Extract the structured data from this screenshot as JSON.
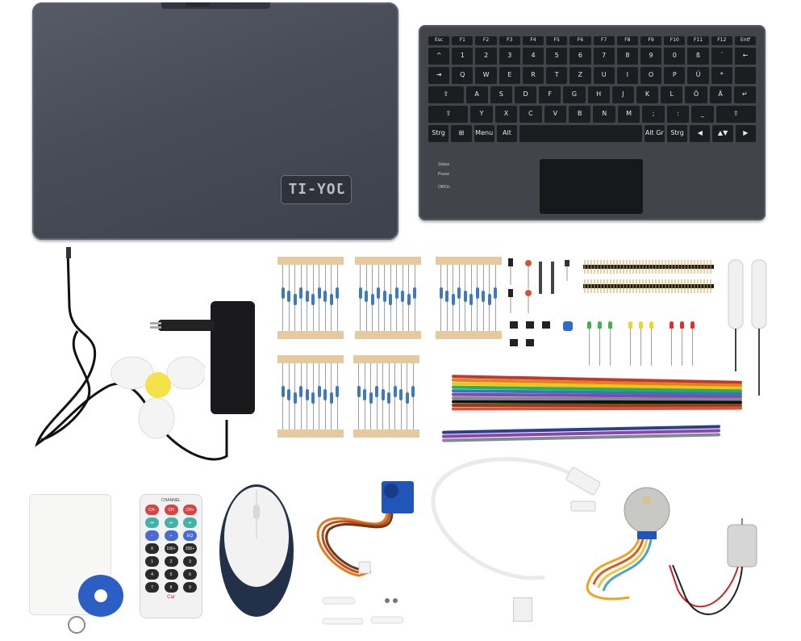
{
  "image": {
    "width": 993,
    "height": 794
  },
  "laptop": {
    "logo_text": "JOY-IT"
  },
  "keyboard": {
    "function_row": [
      "Esc",
      "F1",
      "F2",
      "F3",
      "F4",
      "F5",
      "F6",
      "F7",
      "F8",
      "F9",
      "F10",
      "F11",
      "F12",
      "Entf"
    ],
    "row1": [
      "^",
      "1",
      "2",
      "3",
      "4",
      "5",
      "6",
      "7",
      "8",
      "9",
      "0",
      "ß",
      "´",
      "←"
    ],
    "row2": [
      "⇥",
      "Q",
      "W",
      "E",
      "R",
      "T",
      "Z",
      "U",
      "I",
      "O",
      "P",
      "Ü",
      "*",
      ""
    ],
    "row3": [
      "⇪",
      "A",
      "S",
      "D",
      "F",
      "G",
      "H",
      "J",
      "K",
      "L",
      "Ö",
      "Ä",
      "↵"
    ],
    "row4": [
      "⇧",
      "Y",
      "X",
      "C",
      "V",
      "B",
      "N",
      "M",
      ";",
      ":",
      "_",
      "⇧"
    ],
    "row5": [
      "Strg",
      "⊞",
      "Menu",
      "Alt",
      "",
      "Alt Gr",
      "Strg",
      "◀",
      "▲▼",
      "▶"
    ],
    "indicators": [
      "Status",
      "Power",
      "Off/On"
    ]
  },
  "remote": {
    "header": "CHANNEL",
    "buttons": [
      [
        "CH-",
        "CH",
        "CH+"
      ],
      [
        "⏮",
        "⏭",
        "⏯"
      ],
      [
        "−",
        "+",
        "EQ"
      ],
      [
        "0",
        "100+",
        "200+"
      ],
      [
        "1",
        "2",
        "3"
      ],
      [
        "4",
        "5",
        "6"
      ],
      [
        "7",
        "8",
        "9"
      ]
    ],
    "brand": "Car"
  },
  "colors": {
    "laptop": "#474c57",
    "keyboard": "#41444b",
    "resistor_strip": "#e7c9a0",
    "fan_hub": "#f3e24a"
  }
}
